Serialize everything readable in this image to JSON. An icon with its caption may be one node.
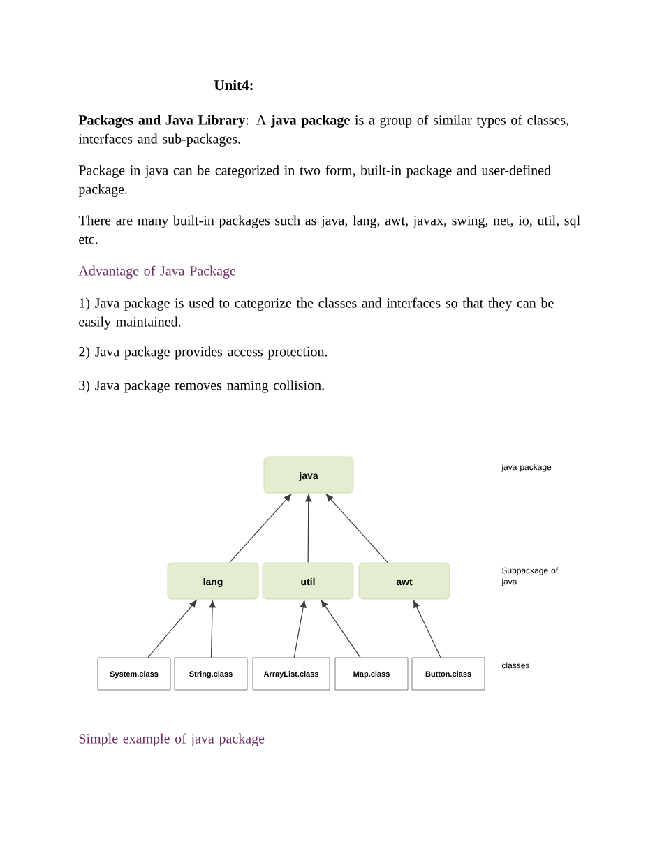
{
  "diagram": {
    "title": "Unit4:",
    "nodes": [
      {
        "text": [
          "java"
        ]
      },
      {
        "text": [
          "lang"
        ]
      },
      {
        "text": [
          "util"
        ]
      },
      {
        "text": [
          "awt"
        ]
      },
      {
        "text": [
          "System.class"
        ]
      },
      {
        "text": [
          "String.class"
        ]
      },
      {
        "text": [
          "ArrayList.class"
        ]
      },
      {
        "text": [
          "Map.class"
        ]
      },
      {
        "text": [
          "Button.class"
        ]
      }
    ],
    "edges": [
      {
        "from": 1,
        "to": 0,
        "arrow": "to"
      },
      {
        "from": 2,
        "to": 0,
        "arrow": "to"
      },
      {
        "from": 3,
        "to": 0,
        "arrow": "to"
      },
      {
        "from": 4,
        "to": 1,
        "arrow": "to"
      },
      {
        "from": 5,
        "to": 1,
        "arrow": "to"
      },
      {
        "from": 6,
        "to": 2,
        "arrow": "to"
      },
      {
        "from": 7,
        "to": 2,
        "arrow": "to"
      },
      {
        "from": 8,
        "to": 3,
        "arrow": "to"
      }
    ],
    "labels": [
      "**Packages and Java Library**: A **java package** is a group of similar types of classes, interfaces and sub-packages.",
      "Package in java can be categorized in two form, built-in package and user-defined package.",
      "There are many built-in packages such as java, lang, awt, javax, swing, net, io, util, sql etc.",
      "Advantage of Java Package",
      "1) Java package is used to categorize the classes and interfaces so that they can be easily maintained.",
      "2) Java package provides access protection.",
      "3) Java package removes naming collision.",
      "java package",
      "Subpackage of java",
      "classes",
      "Simple example of java package"
    ]
  }
}
